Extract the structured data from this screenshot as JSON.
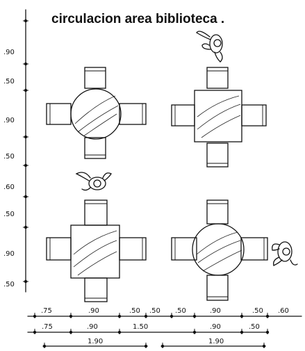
{
  "title": "circulacion area biblioteca .",
  "vertical_dims": [
    ".90",
    ".50",
    ".90",
    ".50",
    ".60",
    ".50",
    ".90",
    ".50"
  ],
  "row1_dims": [
    ".75",
    ".90",
    ".50",
    ".50",
    ".50",
    ".90",
    ".50",
    ".60"
  ],
  "row2_dims": [
    ".75",
    ".90",
    "1.50",
    ".90",
    ".50"
  ],
  "row3_dims": [
    "1.90",
    "1.90"
  ],
  "figures": {
    "tables": [
      {
        "shape": "round",
        "chairs": 4
      },
      {
        "shape": "square",
        "chairs": 4
      },
      {
        "shape": "square",
        "chairs": 4
      },
      {
        "shape": "round",
        "chairs": 4
      }
    ],
    "people_icons": [
      "person-topview-icon",
      "person-topview-icon",
      "person-topview-icon"
    ]
  }
}
